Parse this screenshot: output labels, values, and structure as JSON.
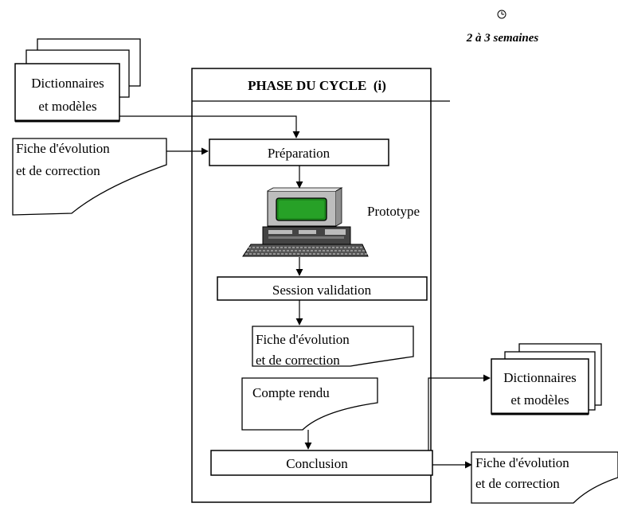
{
  "duration": {
    "icon": "clock-icon",
    "label": "2 à 3 semaines"
  },
  "phase": {
    "title": "PHASE DU CYCLE  (i)"
  },
  "inputs": {
    "dictionaries": {
      "line1": "Dictionnaires",
      "line2": "et modèles"
    },
    "form": {
      "line1": "Fiche d'évolution",
      "line2": "et de correction"
    }
  },
  "steps": {
    "preparation": "Préparation",
    "prototype_label": "Prototype",
    "prototype_icon": "computer-icon",
    "session": "Session validation",
    "form": {
      "line1": "Fiche d'évolution",
      "line2": "et de correction"
    },
    "report": "Compte rendu",
    "conclusion": "Conclusion"
  },
  "outputs": {
    "dictionaries": {
      "line1": "Dictionnaires",
      "line2": "et modèles"
    },
    "form": {
      "line1": "Fiche d'évolution",
      "line2": "et de correction"
    }
  }
}
